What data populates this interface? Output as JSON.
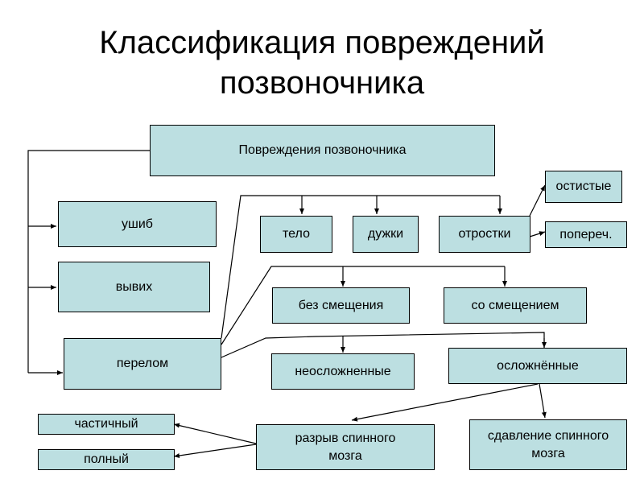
{
  "title": "Классификация повреждений позвоночника",
  "nodes": {
    "root": "Повреждения позвоночника",
    "contusion": "ушиб",
    "dislocation": "вывих",
    "fracture": "перелом",
    "body": "тело",
    "arches": "дужки",
    "processes": "отростки",
    "spinous": "остистые",
    "transverse": "попереч.",
    "no_displacement": "без смещения",
    "with_displacement": "со смещением",
    "uncomplicated": "неосложненные",
    "complicated": "осложнённые",
    "rupture": "разрыв спинного мозга",
    "compression": "сдавление спинного мозга",
    "partial": "частичный",
    "complete": "полный"
  }
}
